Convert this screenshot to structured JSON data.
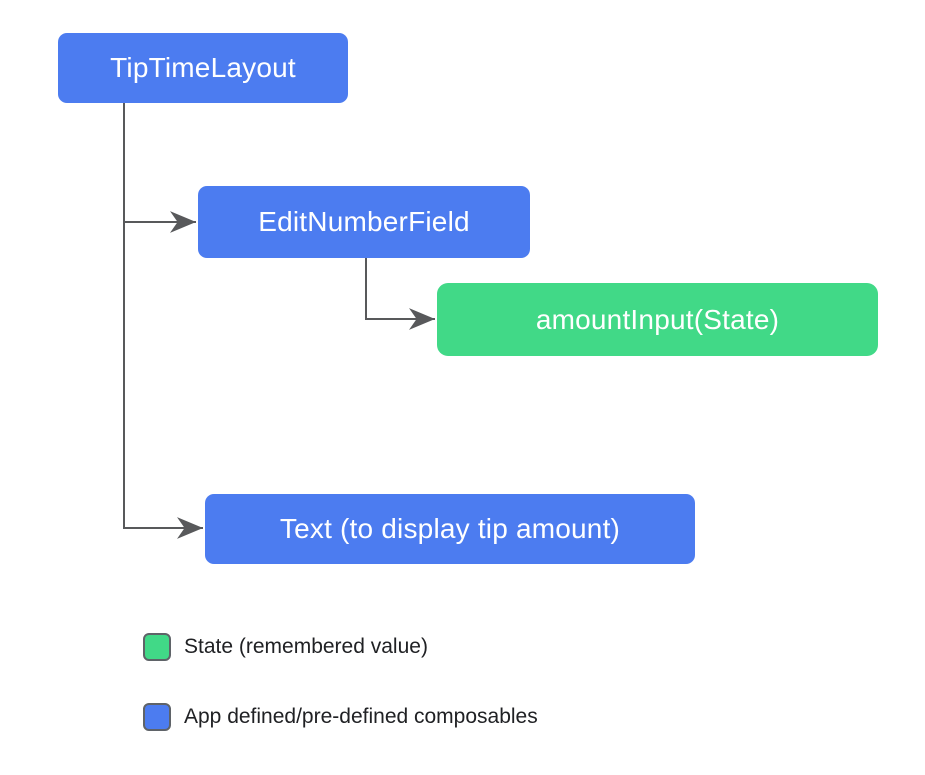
{
  "colors": {
    "composable_blue": "#4c7cf0",
    "state_green": "#41d987",
    "connector_gray": "#58595b",
    "node_text": "#ffffff",
    "legend_text": "#202124",
    "swatch_border": "#5f6368",
    "background": "#ffffff"
  },
  "diagram": {
    "nodes": [
      {
        "id": "tip-time-layout",
        "label": "TipTimeLayout",
        "type": "composable"
      },
      {
        "id": "edit-number-field",
        "label": "EditNumberField",
        "type": "composable"
      },
      {
        "id": "amount-input-state",
        "label": "amountInput(State)",
        "type": "state"
      },
      {
        "id": "text-display-tip-amount",
        "label": "Text (to display tip amount)",
        "type": "composable"
      }
    ],
    "edges": [
      {
        "from": "TipTimeLayout",
        "to": "EditNumberField"
      },
      {
        "from": "TipTimeLayout",
        "to": "Text (to display tip amount)"
      },
      {
        "from": "EditNumberField",
        "to": "amountInput(State)"
      }
    ]
  },
  "legend": {
    "items": [
      {
        "label": "State (remembered value)",
        "type": "state"
      },
      {
        "label": "App defined/pre-defined composables",
        "type": "composable"
      }
    ]
  }
}
